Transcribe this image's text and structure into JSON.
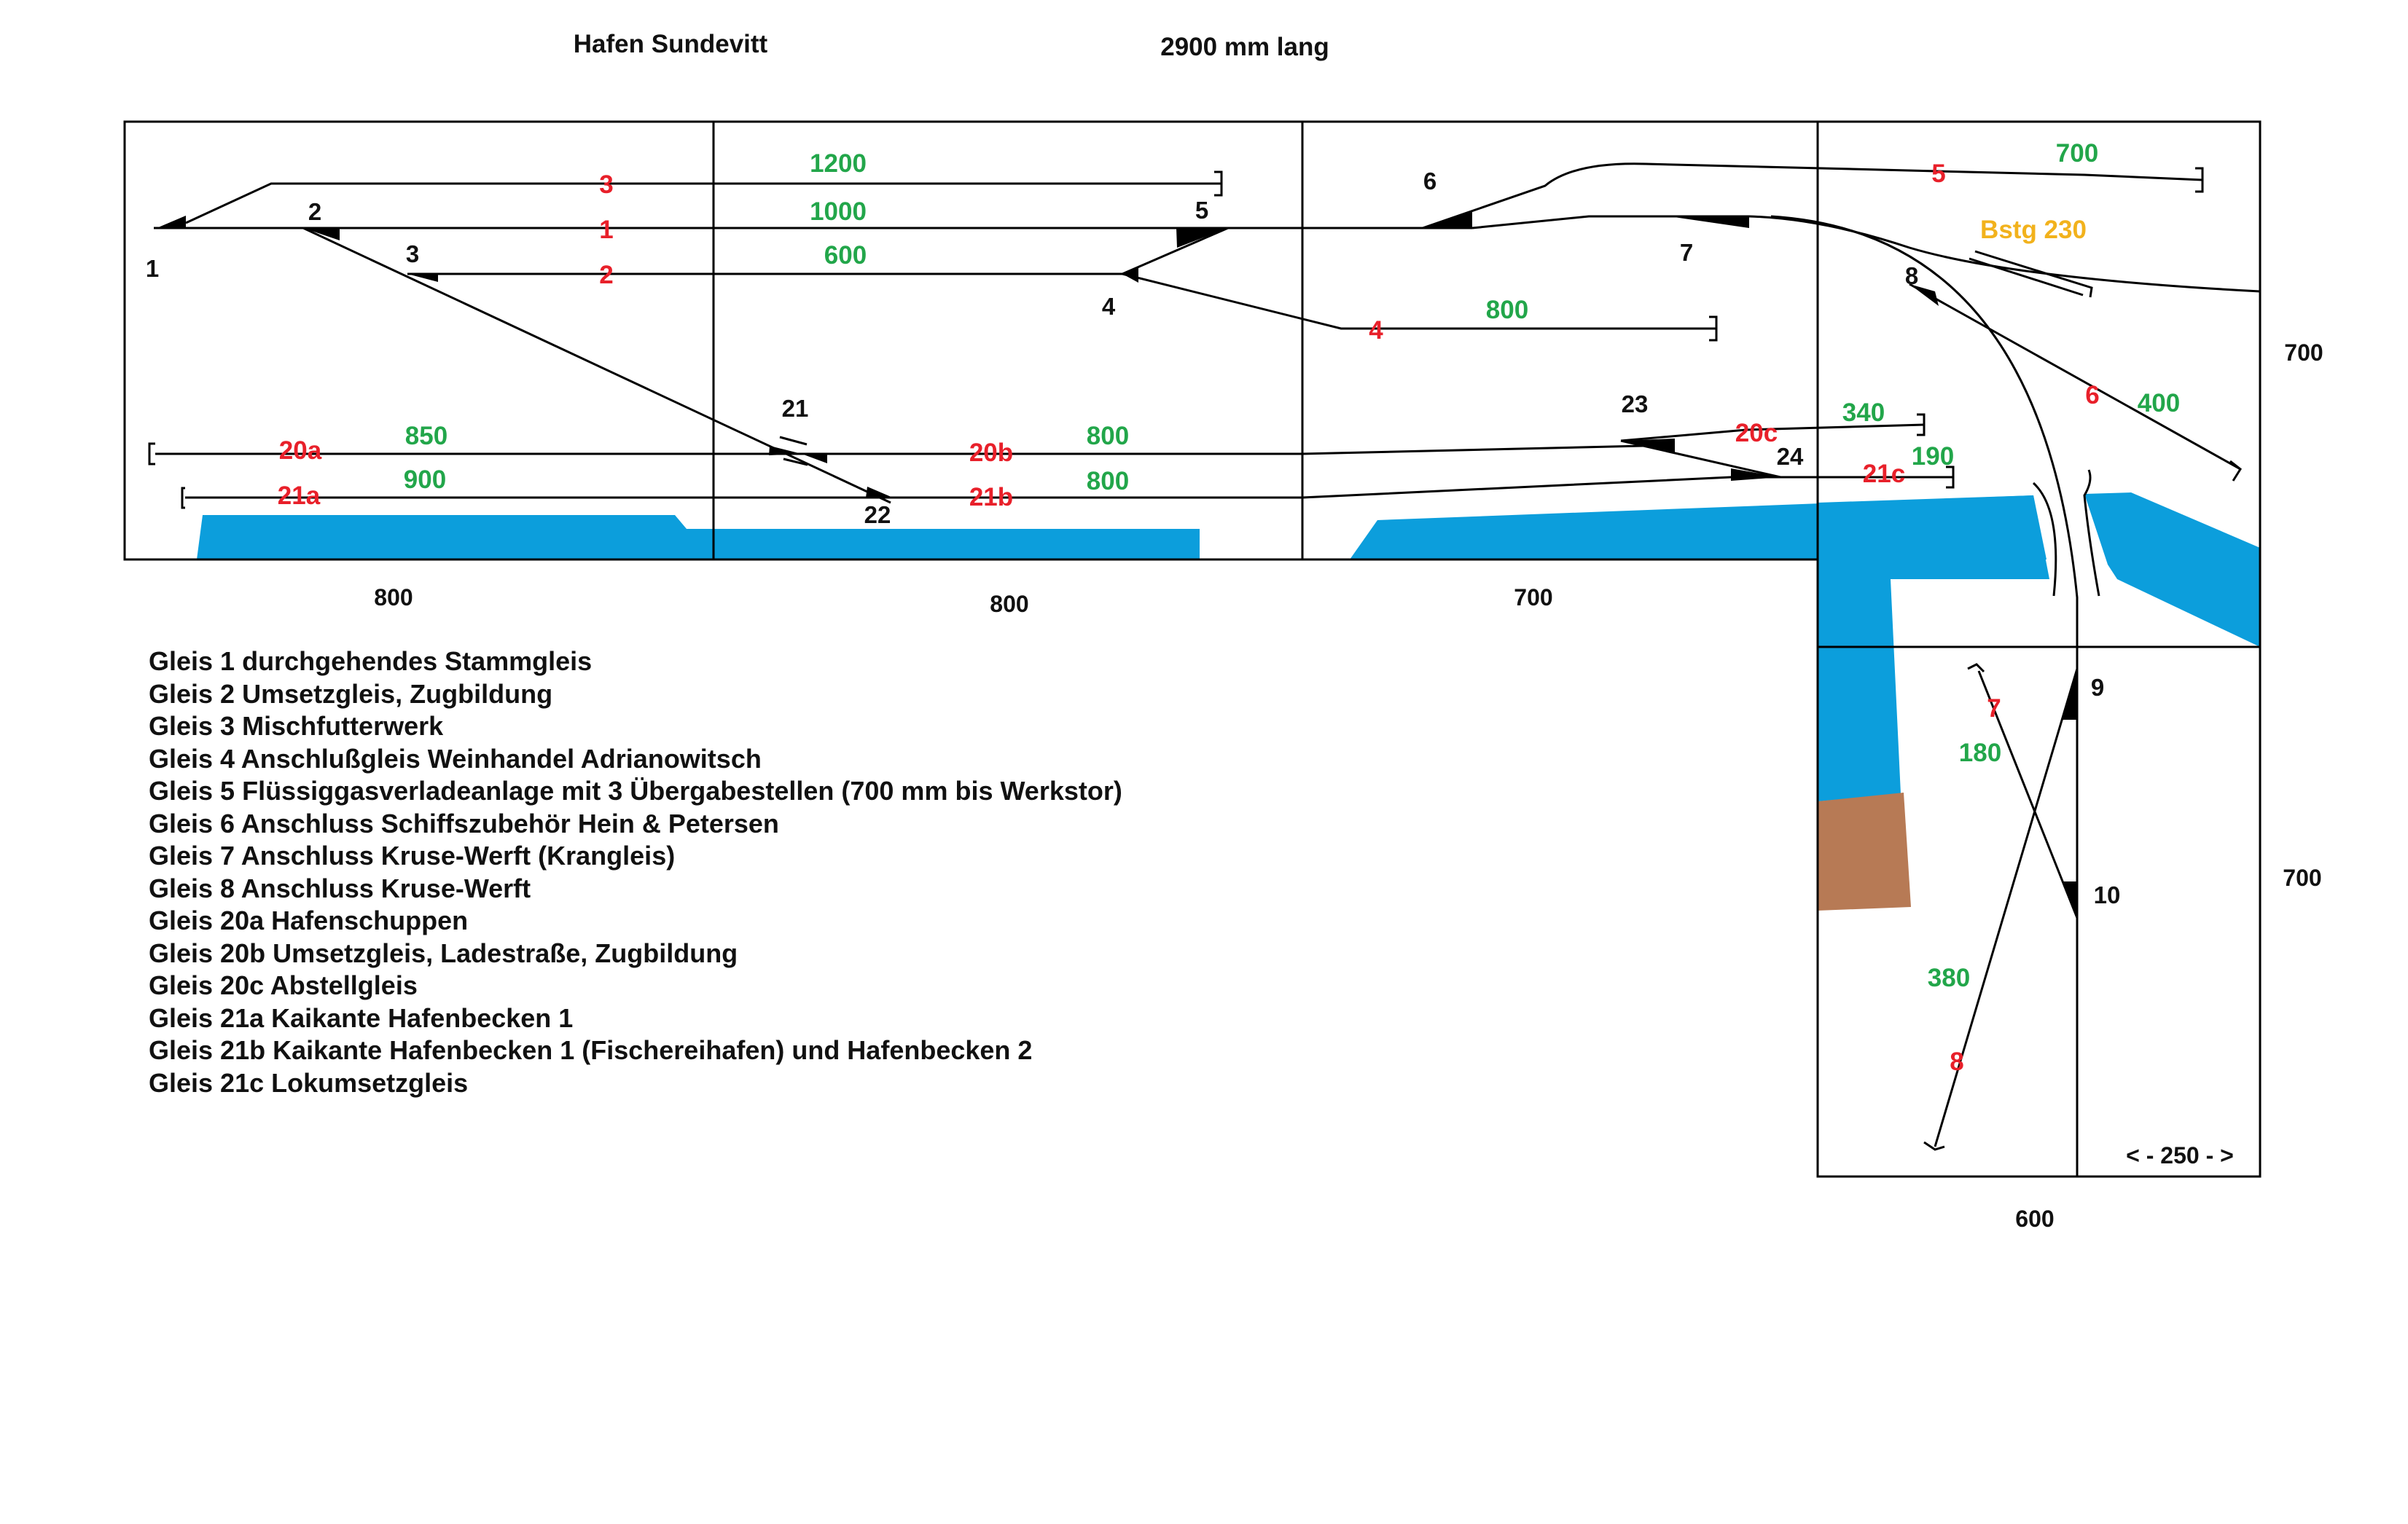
{
  "title": "Hafen Sundevitt",
  "length_note": "2900 mm lang",
  "module_widths": [
    "800",
    "800",
    "700",
    "600"
  ],
  "module_heights": [
    "700",
    "700"
  ],
  "small_width_note": "< - 250 - >",
  "track_numbers": {
    "t3": "3",
    "t1": "1",
    "t2": "2",
    "t4": "4",
    "t5": "5",
    "t6": "6",
    "t20a": "20a",
    "t20b": "20b",
    "t20c": "20c",
    "t21a": "21a",
    "t21b": "21b",
    "t21c": "21c",
    "t7": "7",
    "t8": "8"
  },
  "track_lengths": {
    "t3": "1200",
    "t1": "1000",
    "t2": "600",
    "t4": "800",
    "t5": "700",
    "t6": "400",
    "t20a": "850",
    "t20b": "800",
    "t20c": "340",
    "t21a": "900",
    "t21b": "800",
    "t21c": "190",
    "t7": "180",
    "t8": "380"
  },
  "platform_label": "Bstg 230",
  "switch_numbers": [
    "1",
    "2",
    "3",
    "4",
    "5",
    "6",
    "7",
    "8",
    "9",
    "10",
    "21",
    "22",
    "23",
    "24"
  ],
  "legend": [
    "Gleis 1 durchgehendes Stammgleis",
    "Gleis 2 Umsetzgleis, Zugbildung",
    "Gleis 3 Mischfutterwerk",
    "Gleis 4 Anschlußgleis Weinhandel Adrianowitsch",
    "Gleis 5 Flüssiggasverladeanlage mit 3 Übergabestellen (700 mm bis Werkstor)",
    "Gleis 6 Anschluss Schiffszubehör Hein & Petersen",
    "Gleis 7 Anschluss Kruse-Werft (Krangleis)",
    "Gleis 8 Anschluss Kruse-Werft",
    "Gleis 20a Hafenschuppen",
    "Gleis 20b Umsetzgleis, Ladestraße, Zugbildung",
    "Gleis 20c Abstellgleis",
    "Gleis 21a Kaikante Hafenbecken 1",
    "Gleis 21b Kaikante Hafenbecken 1 (Fischereihafen) und Hafenbecken 2",
    "Gleis 21c Lokumsetzgleis"
  ],
  "colors": {
    "track_number": "#e8202a",
    "track_length": "#22a64a",
    "platform": "#f2b21c",
    "water": "#0c9edc",
    "earth": "#b77a55"
  }
}
